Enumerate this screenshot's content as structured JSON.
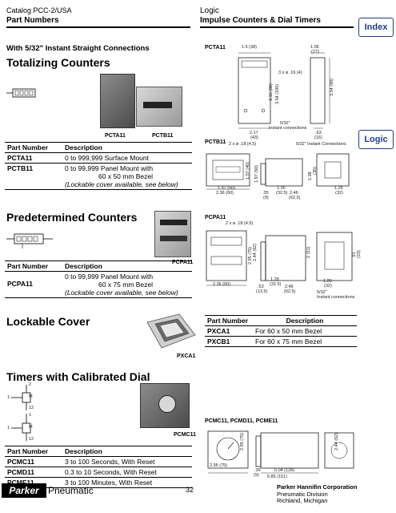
{
  "header": {
    "catalog": "Catalog PCC-2/USA",
    "section": "Part Numbers",
    "category": "Logic",
    "subtitle": "Impulse Counters & Dial Timers",
    "index_tab": "Index"
  },
  "side_tab": "Logic",
  "totalizing": {
    "intro": "With 5/32\" Instant Straight Connections",
    "title": "Totalizing Counters",
    "photo_labels": [
      "PCTA11",
      "PCTB11"
    ],
    "table": {
      "headers": [
        "Part Number",
        "Description"
      ],
      "rows": [
        {
          "part": "PCTA11",
          "desc": [
            "0 to 999,999    Surface Mount"
          ]
        },
        {
          "part": "PCTB11",
          "desc": [
            "0 to 99,999    Panel Mount with",
            "60 x 50 mm Bezel",
            "(Lockable cover available, see below)"
          ]
        }
      ]
    },
    "drawing_a": {
      "label": "PCTA11",
      "dims": [
        "1.5 (38)",
        "1.06",
        "(27)",
        "3 x ø .16 (4)",
        "3.15 (80)",
        "3.54 (100)",
        "3.54 (90)",
        "2.17",
        "(43)",
        "5/32\"",
        "Instant connections",
        ".63",
        "(16)"
      ]
    },
    "drawing_b": {
      "label": "PCTB11",
      "dims": [
        "2 x ø .18 (4.5)",
        "5/32\" Instant Connections",
        "1.97 (50)",
        "2.36 (60)",
        "1.26",
        "(32.5)",
        "2.46",
        "(62.5)",
        ".35",
        "(9)",
        "1.97 (50)",
        "1.57 (40)",
        "1.38",
        "(35)",
        "1.26",
        "(32)"
      ]
    }
  },
  "predetermined": {
    "title": "Predetermined Counters",
    "photo_label": "PCPA11",
    "table": {
      "headers": [
        "Part Number",
        "Description"
      ],
      "rows": [
        {
          "part": "PCPA11",
          "desc": [
            "0 to 99,999    Panel Mount with",
            "60 x 75 mm Bezel",
            "(Lockable cover available, see below)"
          ]
        }
      ]
    },
    "drawing": {
      "label": "PCPA11",
      "dims": [
        "2 x ø .18 (4.5)",
        "2.44 (62)",
        "2.95 (75)",
        "2.36 (60)",
        "1.28",
        "(32.5)",
        "2.46",
        "(62.5)",
        ".53",
        "(13.5)",
        "2 (51)",
        ".91",
        "(23)",
        "1.26",
        "(32)",
        "5/32\"",
        "Instant connections"
      ]
    }
  },
  "lockable": {
    "title": "Lockable Cover",
    "photo_label": "PXCA1",
    "table": {
      "headers": [
        "Part Number",
        "Description"
      ],
      "rows": [
        {
          "part": "PXCA1",
          "desc": "For 60 x 50 mm Bezel"
        },
        {
          "part": "PXCB1",
          "desc": "For 60 x 75 mm Bezel"
        }
      ]
    }
  },
  "timers": {
    "title": "Timers with Calibrated Dial",
    "photo_label": "PCMC11",
    "drawing_label": "PCMC11, PCMD11, PCME11",
    "symbol_labels": [
      "1",
      "2",
      "12",
      "M"
    ],
    "table": {
      "headers": [
        "Part Number",
        "Description"
      ],
      "rows": [
        {
          "part": "PCMC11",
          "desc": "3 to 100 Seconds, With Reset"
        },
        {
          "part": "PCMD11",
          "desc": "0.3 to 10 Seconds, With Reset"
        },
        {
          "part": "PCME11",
          "desc": "3 to 100 Minutes, With Reset"
        }
      ]
    },
    "drawing_dims": [
      "2.95 (75)",
      "2.95 (75)",
      "2.44 (62)",
      "5.04 (128)",
      "5.85 (151)",
      ".35",
      "(9)"
    ]
  },
  "footer": {
    "page": "32",
    "logo": "Parker",
    "division_word": "Pneumatic",
    "company": "Parker Hannifin Corporation",
    "division": "Pneumatic Division",
    "location": "Richland, Michigan"
  }
}
